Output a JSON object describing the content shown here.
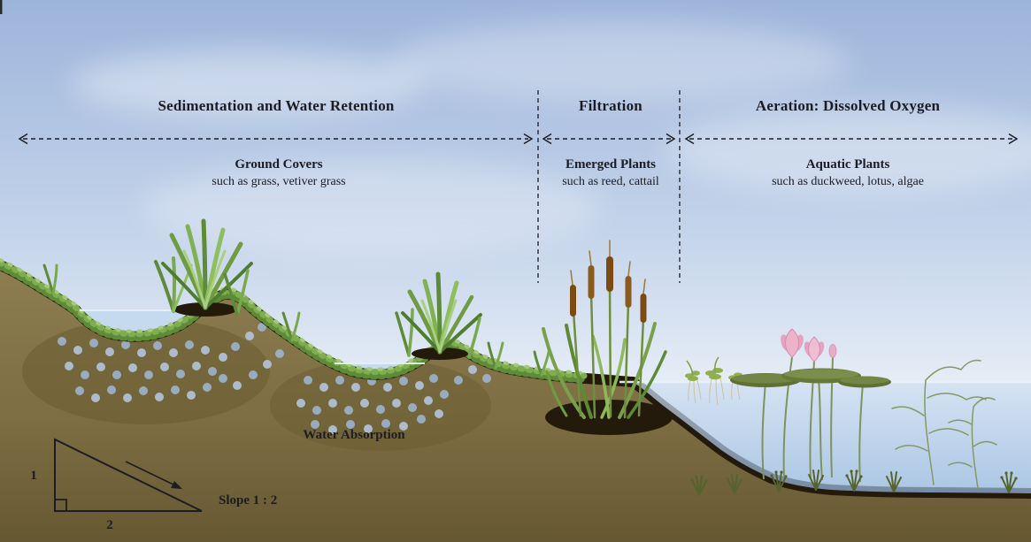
{
  "zones": [
    {
      "title": "Sedimentation and Water Retention",
      "plants_title": "Ground Covers",
      "plants_examples": "such as grass, vetiver grass"
    },
    {
      "title": "Filtration",
      "plants_title": "Emerged Plants",
      "plants_examples": "such as reed, cattail"
    },
    {
      "title": "Aeration: Dissolved Oxygen",
      "plants_title": "Aquatic Plants",
      "plants_examples": "such as duckweed, lotus, algae"
    }
  ],
  "annotations": {
    "water_absorption": "Water Absorption",
    "slope_label": "Slope 1 : 2",
    "slope_rise": "1",
    "slope_run": "2"
  },
  "colors": {
    "text_color": "#1c1c24",
    "sky_top": "#9db4da",
    "sky_bottom": "#e7eef7",
    "water_surface": "#cfdff2",
    "water_deep": "#96b8de",
    "soil_light": "#8d7d50",
    "soil_dark": "#665832",
    "topsoil": "#241a0c",
    "grass_green": "#6f9c43",
    "cattail_brown": "#7b4b13",
    "lotus_pink": "#ecb3cb",
    "absorption_dot": "#9db4cf"
  }
}
